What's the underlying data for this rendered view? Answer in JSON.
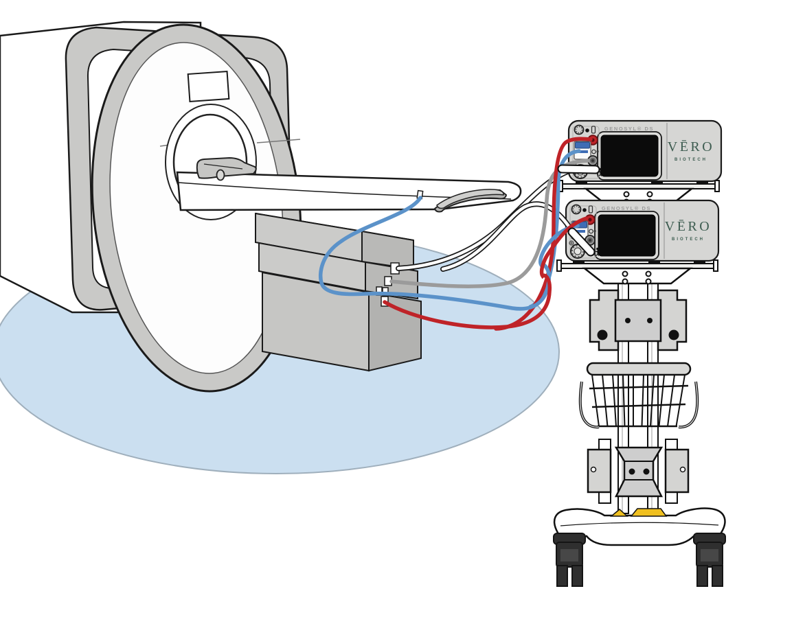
{
  "scene": {
    "devices": [
      {
        "model_label": "GENOSYL® DS",
        "brand": "VĒRO",
        "brand_sub": "BIOTECH"
      },
      {
        "model_label": "GENOSYL® DS",
        "brand": "VĒRO",
        "brand_sub": "BIOTECH"
      }
    ],
    "colors": {
      "floor": "#cbdff0",
      "tube_red": "#bf2328",
      "tube_blue": "#5b92c9",
      "tube_gray": "#9b9b9b",
      "equipment_gray": "#d6d6d4",
      "gantry_gray": "#c9c9c7",
      "screen": "#0b0b0b",
      "brand_green": "#3d5c50",
      "accent_yellow": "#f0c020",
      "wheel_dark": "#2f2f2f",
      "outline": "#1a1a1a"
    }
  }
}
